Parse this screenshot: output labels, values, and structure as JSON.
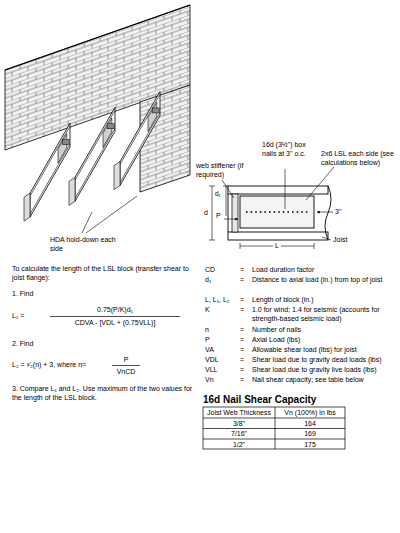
{
  "diagram": {
    "labels": [
      "16d (3½\") box nails at 3\" o.c.",
      "web stiffener (if required)",
      "2x6 LSL each side (see calculations below)",
      "d₁",
      "d",
      "P",
      "L",
      "3\"",
      "Joist",
      "HDA hold-down each side",
      "To calculate the length of the LSL block (transfer shear to joist flange):",
      "1. Find",
      "L₁ =",
      "0.75(P/K)d₁",
      "CDVA - [VDL + (0.75VLL)]",
      "2. Find",
      "L₂ = ³⁄₂(n) + 3, where n=",
      "P",
      "VnCD",
      "3. Compare L₁ and L₂. Use maximum of the two values for the length of the LSL block.",
      "CD",
      "=",
      "Load duration factor",
      "d₁",
      "=",
      "Distance to axial load (in.) from top of joist",
      "L, L₁, L₂",
      "=",
      "Length of block (in.)",
      "K",
      "=",
      "1.0 for wind; 1.4 for seismic (accounts for strength-based seismic load)",
      "n",
      "=",
      "Number of nails",
      "P",
      "=",
      "Axial Load (lbs)",
      "VA",
      "=",
      "Allowable shear load (lbs) for joist",
      "VDL",
      "=",
      "Shear load due to gravity dead loads (lbs)",
      "VLL",
      "=",
      "Shear load due to gravity live loads (lbs)",
      "Vn",
      "=",
      "Nail shear capacity; see table below",
      "16d Nail Shear Capacity",
      "Joist Web Thickness",
      "Vn (100%) in lbs",
      "3/8\"",
      "164",
      "7/16\"",
      "169",
      "1/2\"",
      "175"
    ]
  }
}
